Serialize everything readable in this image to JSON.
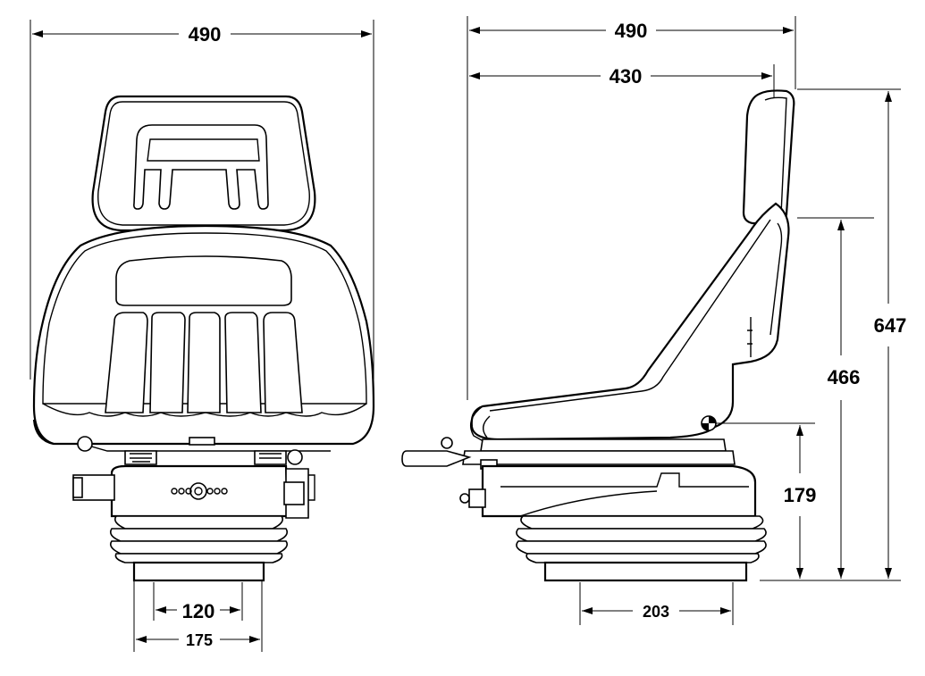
{
  "dimensions": {
    "front_width": "490",
    "side_width": "490",
    "side_depth": "430",
    "total_height": "647",
    "cushion_height": "466",
    "base_height": "179",
    "base_inner_width": "120",
    "base_outer_width": "175",
    "side_base_width": "203"
  }
}
